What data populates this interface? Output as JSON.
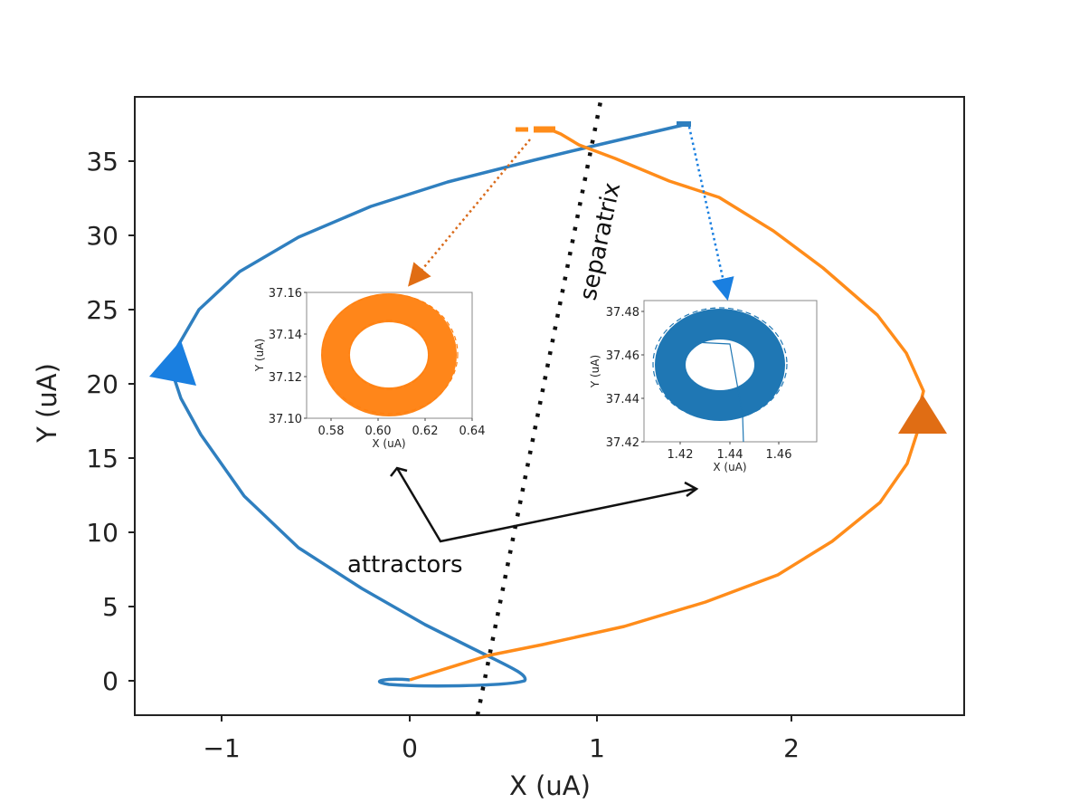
{
  "chart_data": [
    {
      "type": "line",
      "title": "",
      "xlabel": "X (uA)",
      "ylabel": "Y (uA)",
      "xlim": [
        -1.45,
        2.95
      ],
      "ylim": [
        -2.2,
        38.8
      ],
      "xticks": [
        -1,
        0,
        1,
        2
      ],
      "xtick_labels": [
        "−1",
        "0",
        "1",
        "2"
      ],
      "yticks": [
        0,
        5,
        10,
        15,
        20,
        25,
        30,
        35
      ],
      "ytick_labels": [
        "0",
        "5",
        "10",
        "15",
        "20",
        "25",
        "30",
        "35"
      ],
      "grid": false,
      "series": [
        {
          "name": "blue trajectory",
          "color": "#2f7fbf",
          "x": [
            0.0,
            -0.15,
            0.0,
            0.4,
            0.6,
            0.55,
            0.3,
            -0.2,
            -0.6,
            -0.95,
            -1.1,
            -1.22,
            -1.22,
            -1.12,
            -0.9,
            -0.55,
            -0.1,
            0.25,
            0.6,
            0.9,
            1.2,
            1.45
          ],
          "y": [
            0.1,
            0.0,
            -0.3,
            -0.3,
            0.1,
            1.1,
            3.0,
            6.5,
            10.5,
            14.8,
            17.3,
            20.5,
            22.0,
            25.0,
            27.5,
            30.0,
            32.0,
            33.8,
            35.0,
            36.0,
            36.8,
            37.45
          ]
        },
        {
          "name": "orange trajectory",
          "color": "#ff7f0e",
          "x": [
            0.0,
            0.4,
            1.0,
            1.55,
            1.95,
            2.3,
            2.52,
            2.62,
            2.68,
            2.65,
            2.6,
            2.45,
            2.25,
            2.0,
            1.7,
            1.45,
            1.15,
            0.95,
            0.8,
            0.7,
            0.55
          ],
          "y": [
            0.2,
            1.4,
            3.0,
            5.0,
            7.2,
            9.5,
            12.0,
            14.8,
            17.5,
            20.0,
            22.3,
            25.5,
            28.3,
            30.5,
            32.5,
            33.5,
            35.0,
            36.0,
            36.8,
            37.1,
            37.1
          ]
        }
      ],
      "markers": [
        {
          "name": "blue direction marker",
          "shape": "triangle",
          "color": "#1a7fe0",
          "x": -1.2,
          "y": 21.0
        },
        {
          "name": "orange direction marker",
          "shape": "triangle",
          "color": "#e06d14",
          "x": 2.68,
          "y": 17.8
        }
      ],
      "annotations": [
        {
          "text": "separatrix",
          "type": "dotted line",
          "from": [
            0.37,
            -2.2
          ],
          "to": [
            1.0,
            38.6
          ]
        },
        {
          "text": "attractors",
          "x": 0.37,
          "y": 8.0
        }
      ]
    },
    {
      "type": "line",
      "title": "orange attractor inset",
      "xlabel": "X (uA)",
      "ylabel": "Y (uA)",
      "xlim": [
        0.57,
        0.64
      ],
      "ylim": [
        37.1,
        37.16
      ],
      "xticks": [
        0.58,
        0.6,
        0.62,
        0.64
      ],
      "xtick_labels": [
        "0.58",
        "0.60",
        "0.62",
        "0.64"
      ],
      "yticks": [
        37.1,
        37.12,
        37.14,
        37.16
      ],
      "ytick_labels": [
        "37.10",
        "37.12",
        "37.14",
        "37.16"
      ],
      "series": [
        {
          "name": "orange limit cycle",
          "color": "#ff7f0e",
          "center": [
            0.605,
            37.132
          ],
          "radius_x": 0.025,
          "radius_y": 0.022,
          "ring_width": 0.012
        }
      ]
    },
    {
      "type": "line",
      "title": "blue attractor inset",
      "xlabel": "X (uA)",
      "ylabel": "Y (uA)",
      "xlim": [
        1.405,
        1.475
      ],
      "ylim": [
        37.42,
        37.485
      ],
      "xticks": [
        1.42,
        1.44,
        1.46
      ],
      "xtick_labels": [
        "1.42",
        "1.44",
        "1.46"
      ],
      "yticks": [
        37.42,
        37.44,
        37.46,
        37.48
      ],
      "ytick_labels": [
        "37.42",
        "37.44",
        "37.46",
        "37.48"
      ],
      "series": [
        {
          "name": "blue limit cycle",
          "color": "#1f77b4",
          "center": [
            1.44,
            37.452
          ],
          "radius_x": 0.025,
          "radius_y": 0.025,
          "ring_width": 0.012
        }
      ]
    }
  ],
  "labels": {
    "xlabel": "X (uA)",
    "ylabel": "Y (uA)",
    "separatrix": "separatrix",
    "attractors": "attractors",
    "inset_xlabel": "X (uA)",
    "inset_ylabel": "Y (uA)"
  },
  "ticks": {
    "x": [
      "−1",
      "0",
      "1",
      "2"
    ],
    "y": [
      "0",
      "5",
      "10",
      "15",
      "20",
      "25",
      "30",
      "35"
    ],
    "inset1_x": [
      "0.58",
      "0.60",
      "0.62",
      "0.64"
    ],
    "inset1_y": [
      "37.10",
      "37.12",
      "37.14",
      "37.16"
    ],
    "inset2_x": [
      "1.42",
      "1.44",
      "1.46"
    ],
    "inset2_y": [
      "37.42",
      "37.44",
      "37.46",
      "37.48"
    ]
  },
  "colors": {
    "blue": "#2f7fbf",
    "blue_marker": "#1a7fe0",
    "orange": "#ff8c1a",
    "orange_marker": "#e06d14",
    "inset_blue": "#1f77b4",
    "inset_orange": "#ff7f0e"
  }
}
